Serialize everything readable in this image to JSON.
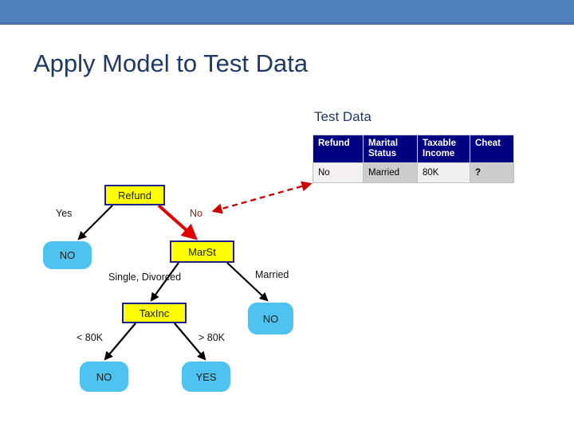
{
  "slide": {
    "title": "Apply Model to Test Data",
    "header_bar_color": "#4f81bd",
    "title_color": "#1f3864",
    "background": "#ffffff"
  },
  "test_data": {
    "caption": "Test Data",
    "header_bg": "#000080",
    "header_color": "#ffffff",
    "columns": [
      "Refund",
      "Marital Status",
      "Taxable Income",
      "Cheat"
    ],
    "columns_split": [
      {
        "line1": "Refund",
        "line2": ""
      },
      {
        "line1": "Marital",
        "line2": "Status"
      },
      {
        "line1": "Taxable",
        "line2": "Income"
      },
      {
        "line1": "Cheat",
        "line2": ""
      }
    ],
    "rows": [
      {
        "refund": "No",
        "marital": "Married",
        "income": "80K",
        "cheat": "?"
      }
    ]
  },
  "tree": {
    "nodes": {
      "refund": "Refund",
      "marst": "MarSt",
      "taxinc": "TaxInc",
      "leaf_no_yes": "NO",
      "leaf_no_married": "NO",
      "leaf_no_lt80k": "NO",
      "leaf_yes_gt80k": "YES"
    },
    "edge_labels": {
      "yes": "Yes",
      "no": "No",
      "single_divorced": "Single, Divorced",
      "married": "Married",
      "lt_80k": "< 80K",
      "gt_80k": "> 80K"
    },
    "colors": {
      "internal_node_fill": "#ffff00",
      "internal_node_border": "#1f1f8f",
      "leaf_fill": "#4ec3f0",
      "active_path": "#e00000",
      "default_edge": "#000000",
      "annotation_arrow": "#cc0000"
    }
  }
}
